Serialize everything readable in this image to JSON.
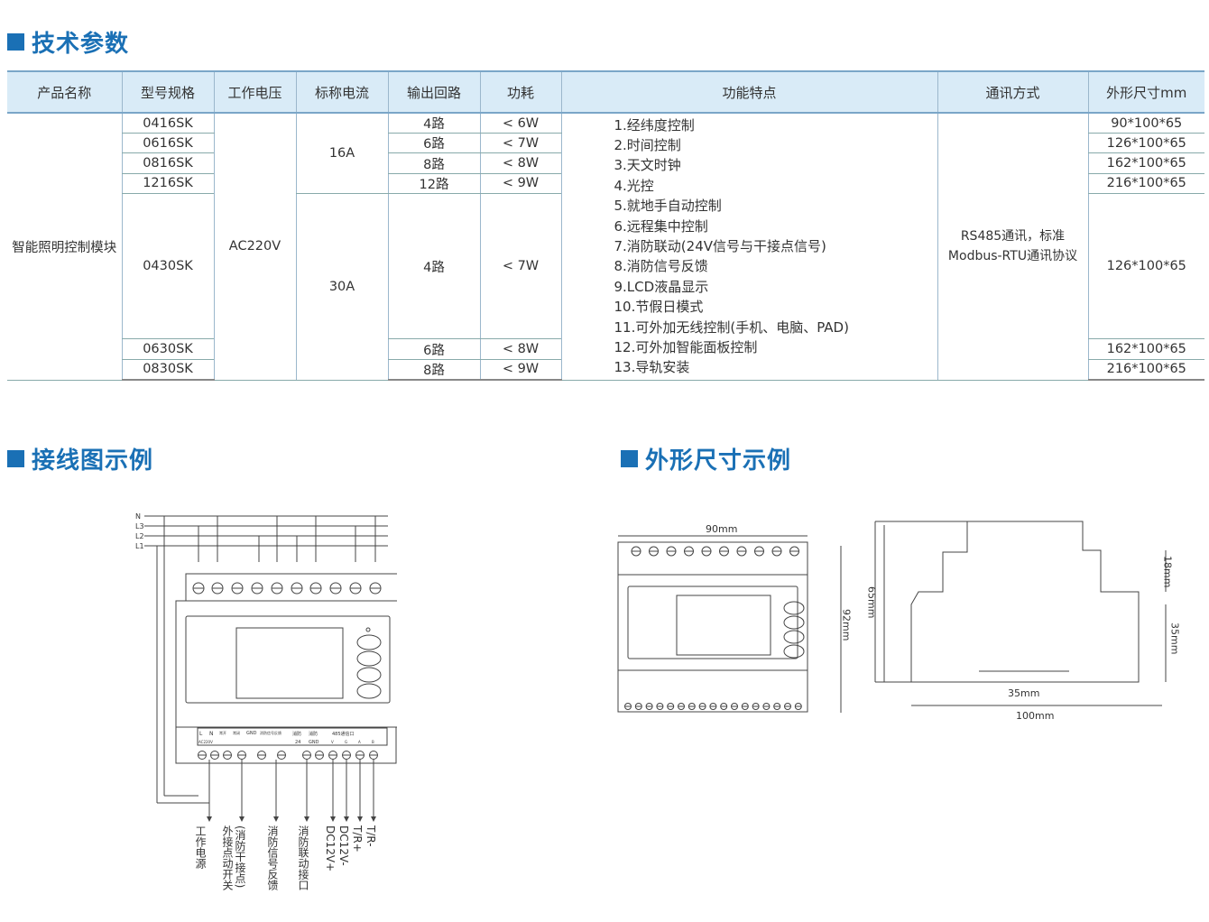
{
  "titles": {
    "spec": "技术参数",
    "wiring": "接线图示例",
    "dims": "外形尺寸示例"
  },
  "table": {
    "headers": [
      "产品名称",
      "型号规格",
      "工作电压",
      "标称电流",
      "输出回路",
      "功耗",
      "功能特点",
      "通讯方式",
      "外形尺寸mm"
    ],
    "product_name": "智能照明控制模块",
    "voltage": "AC220V",
    "currents": [
      "16A",
      "30A"
    ],
    "comm": [
      "RS485通讯，标准",
      "Modbus-RTU通讯协议"
    ],
    "rows": [
      {
        "model": "0416SK",
        "outputs": "4路",
        "power": "< 6W",
        "size": "90*100*65"
      },
      {
        "model": "0616SK",
        "outputs": "6路",
        "power": "< 7W",
        "size": "126*100*65"
      },
      {
        "model": "0816SK",
        "outputs": "8路",
        "power": "< 8W",
        "size": "162*100*65"
      },
      {
        "model": "1216SK",
        "outputs": "12路",
        "power": "< 9W",
        "size": "216*100*65"
      },
      {
        "model": "0430SK",
        "outputs": "4路",
        "power": "< 7W",
        "size": "126*100*65"
      },
      {
        "model": "0630SK",
        "outputs": "6路",
        "power": "< 8W",
        "size": "162*100*65"
      },
      {
        "model": "0830SK",
        "outputs": "8路",
        "power": "< 9W",
        "size": "216*100*65"
      }
    ],
    "features": [
      "1.经纬度控制",
      "2.时间控制",
      "3.天文时钟",
      "4.光控",
      "5.就地手自动控制",
      "6.远程集中控制",
      "7.消防联动(24V信号与干接点信号)",
      "8.消防信号反馈",
      "9.LCD液晶显示",
      "10.节假日模式",
      "11.可外加无线控制(手机、电脑、PAD)",
      "12.可外加智能面板控制",
      "13.导轨安装"
    ]
  },
  "wiring": {
    "lines": [
      "N",
      "L3",
      "L2",
      "L1"
    ],
    "terminal_labels": [
      "L",
      "N",
      "常开",
      "常闭",
      "GND",
      "消防信号反馈",
      "消防",
      "消防",
      "485通信口"
    ],
    "terminal_sub": [
      "AC220V",
      "24",
      "GND",
      "V",
      "G",
      "A",
      "B"
    ],
    "bottom_labels": [
      "工作电源",
      "外接点动开关",
      "(消防干接点)",
      "消防信号反馈",
      "消防联动接口",
      "DC12V+",
      "DC12V-",
      "T/R+",
      "T/R-"
    ]
  },
  "dims": {
    "width_front": "90mm",
    "height_front": "92mm",
    "height_side": "65mm",
    "top_step": "18mm",
    "rail_height": "35mm",
    "rail_width": "35mm",
    "depth": "100mm"
  }
}
